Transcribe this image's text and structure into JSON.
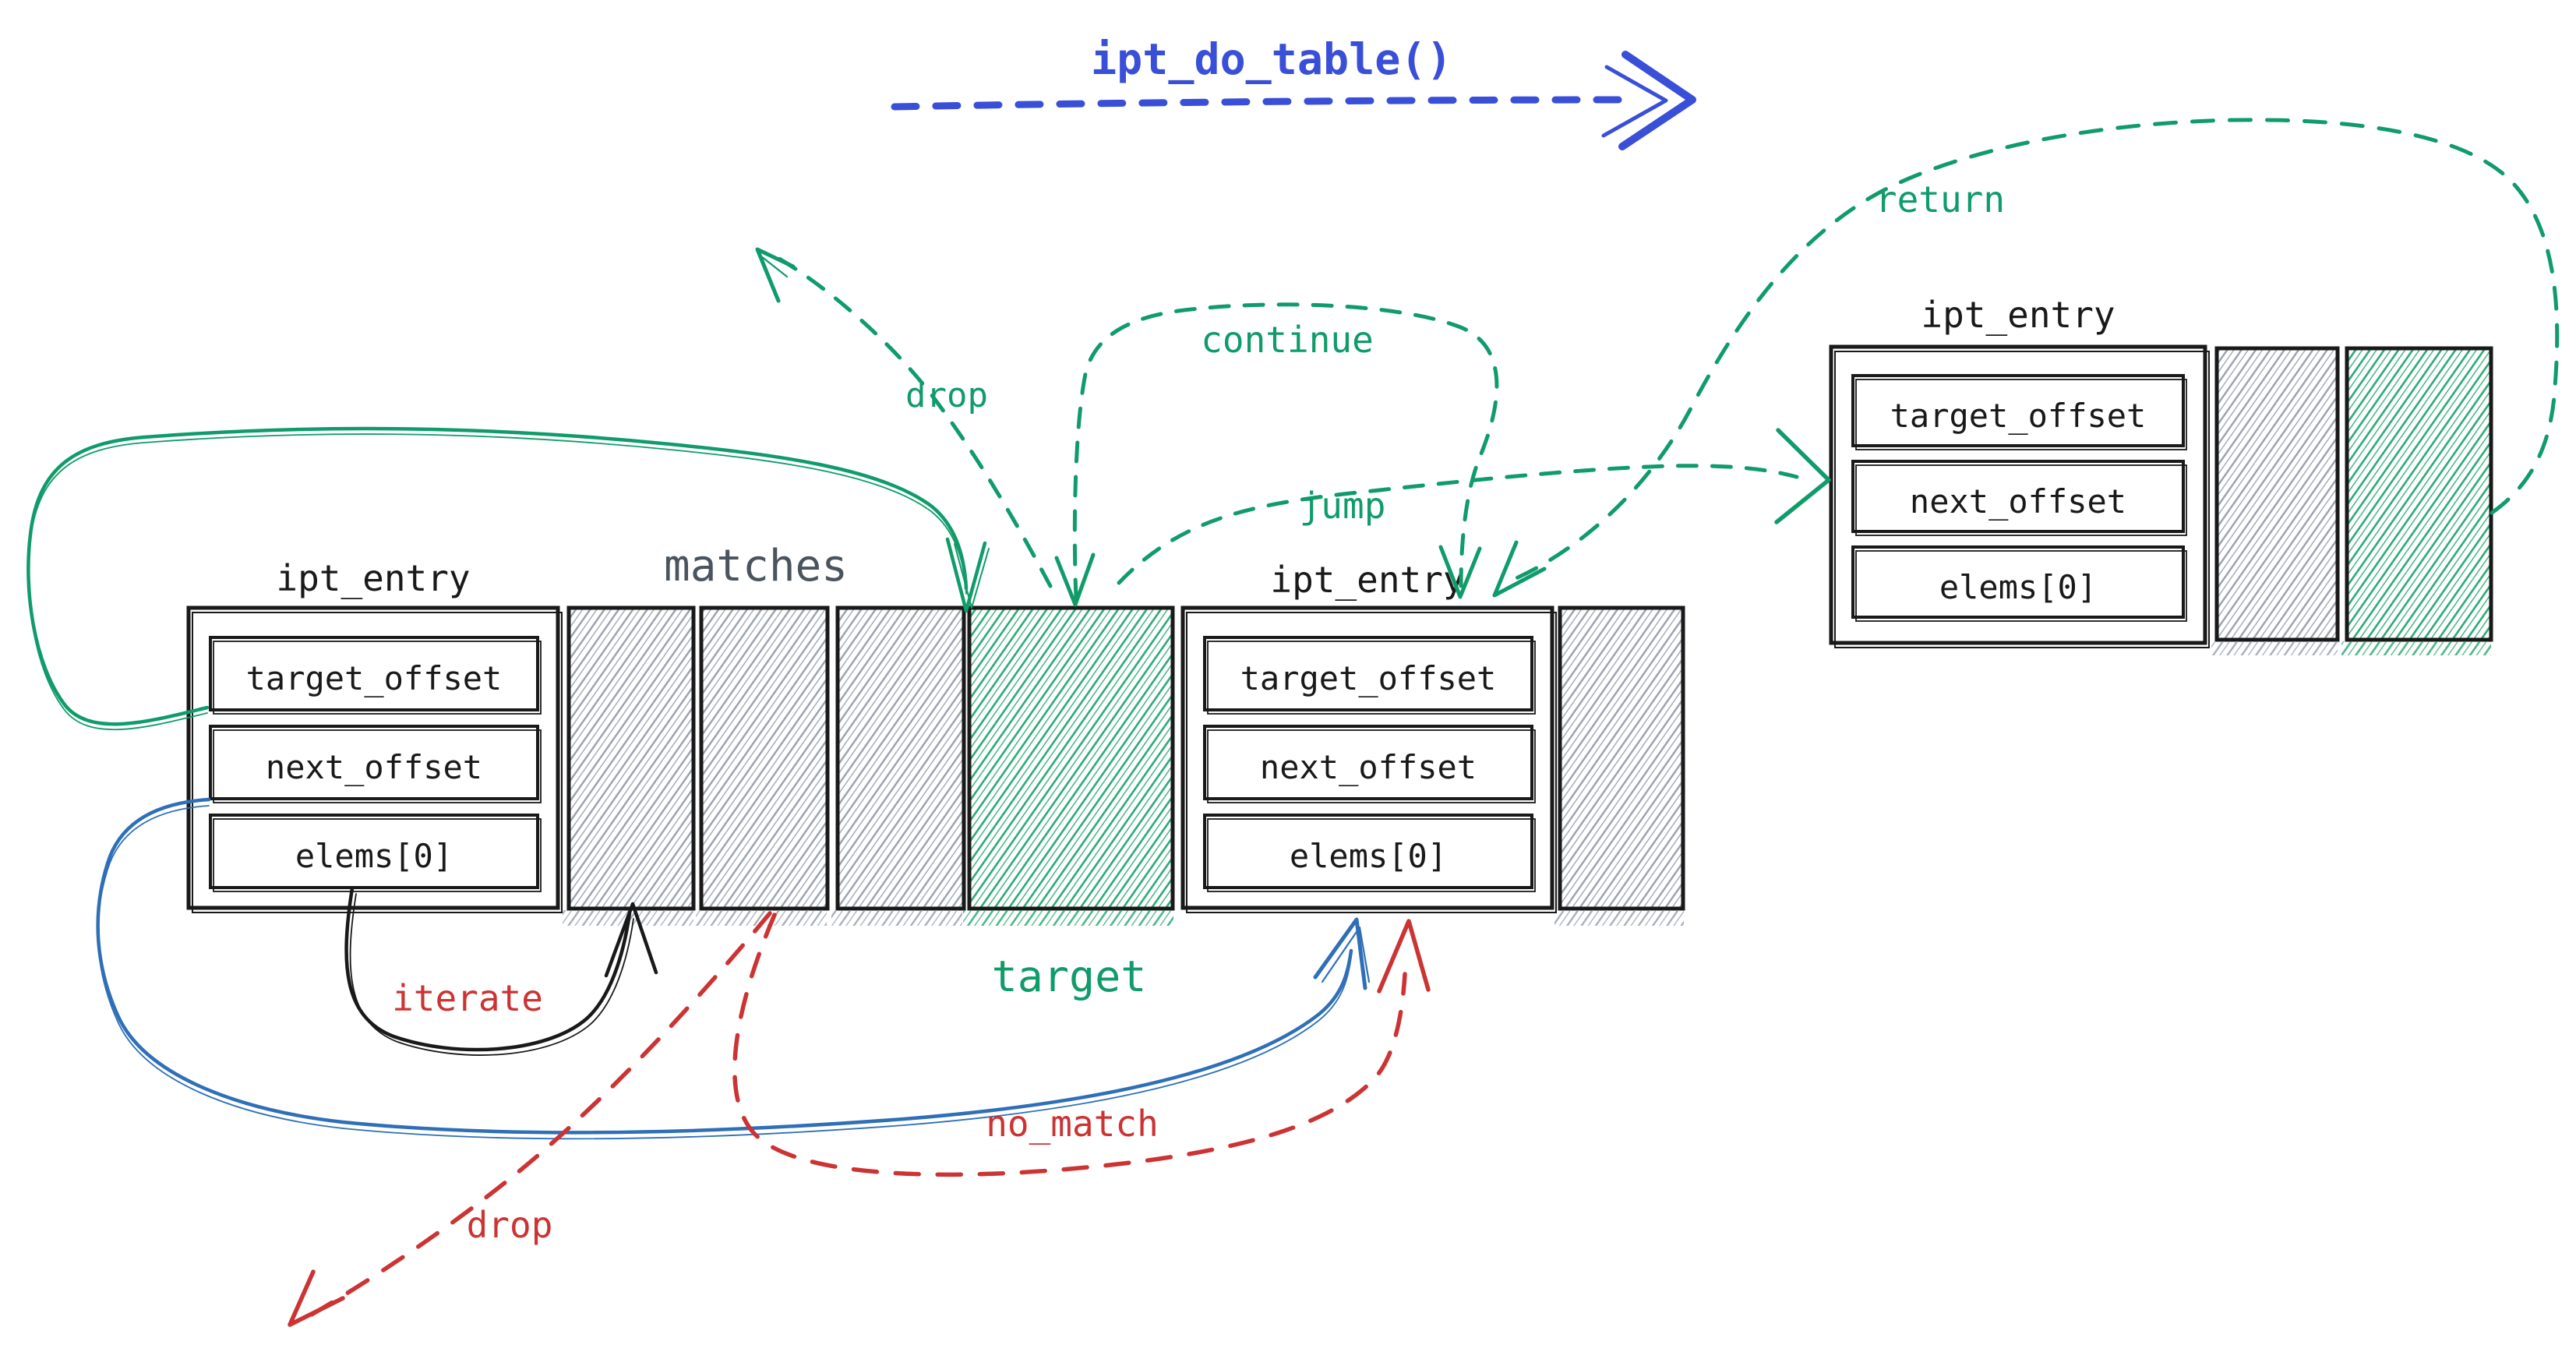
{
  "title": {
    "text": "ipt_do_table()"
  },
  "structs": {
    "left": {
      "title": "ipt_entry",
      "fields": [
        "target_offset",
        "next_offset",
        "elems[0]"
      ]
    },
    "middle": {
      "title": "ipt_entry",
      "fields": [
        "target_offset",
        "next_offset",
        "elems[0]"
      ]
    },
    "right": {
      "title": "ipt_entry",
      "fields": [
        "target_offset",
        "next_offset",
        "elems[0]"
      ]
    }
  },
  "regions": {
    "matches": "matches",
    "target": "target"
  },
  "flows": {
    "drop_top": "drop",
    "continue": "continue",
    "jump": "jump",
    "return": "return",
    "iterate": "iterate",
    "no_match": "no_match",
    "drop_bottom": "drop"
  },
  "colors": {
    "ink": "#191919",
    "hatch_gray": "#97a0ad",
    "hatch_green": "#2aa876",
    "green": "#109b6a",
    "red": "#cc3333",
    "next_blue": "#2e6fb7",
    "flow_blue": "#3a4fd7",
    "matches_label": "#4a545e",
    "background": "#ffffff"
  }
}
